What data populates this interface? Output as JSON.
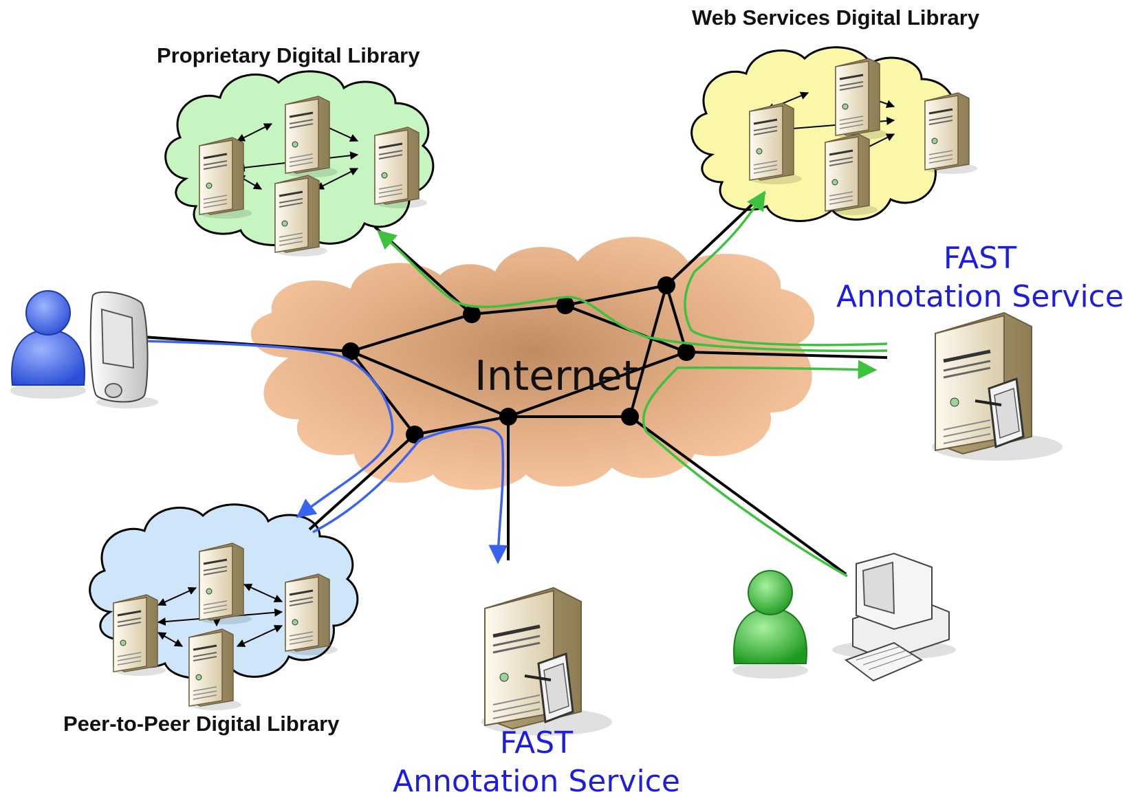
{
  "labels": {
    "internet": "Internet",
    "proprietary": "Proprietary Digital Library",
    "web_services": "Web Services Digital Library",
    "p2p": "Peer-to-Peer Digital Library",
    "fast_right_line1": "FAST",
    "fast_right_line2": "Annotation Service",
    "fast_bottom_line1": "FAST",
    "fast_bottom_line2": "Annotation Service"
  },
  "colors": {
    "internet_cloud": "#f7c7a0",
    "proprietary_cloud": "#c6f5c2",
    "web_services_cloud": "#fbf7a8",
    "p2p_cloud": "#cfe6fa",
    "path_blue": "#3a63f0",
    "path_green": "#3cc23c",
    "fast_label": "#1d1de0",
    "user_blue": "#3b63e8",
    "user_green": "#33b233"
  }
}
